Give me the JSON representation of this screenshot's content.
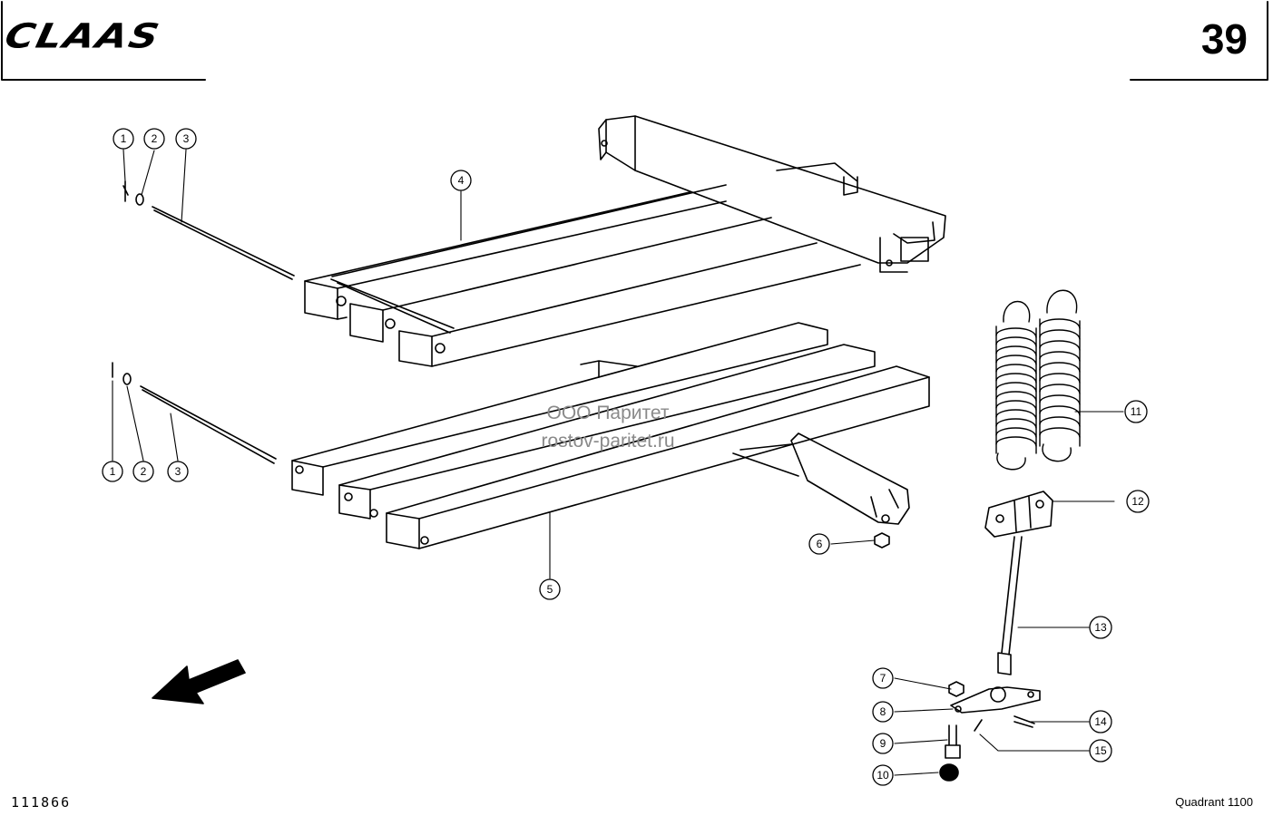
{
  "header": {
    "brand": "CLAAS",
    "page_number": "39"
  },
  "watermark": {
    "line1": "ООО Паритет",
    "line2": "rostov-paritet.ru"
  },
  "footer": {
    "drawing_number": "111866",
    "model": "Quadrant 1100"
  },
  "callouts": [
    "1",
    "2",
    "3",
    "4",
    "5",
    "6",
    "7",
    "8",
    "9",
    "10",
    "11",
    "12",
    "13",
    "14",
    "15"
  ],
  "colors": {
    "ink": "#000000",
    "watermark": "#8a8a8a"
  }
}
